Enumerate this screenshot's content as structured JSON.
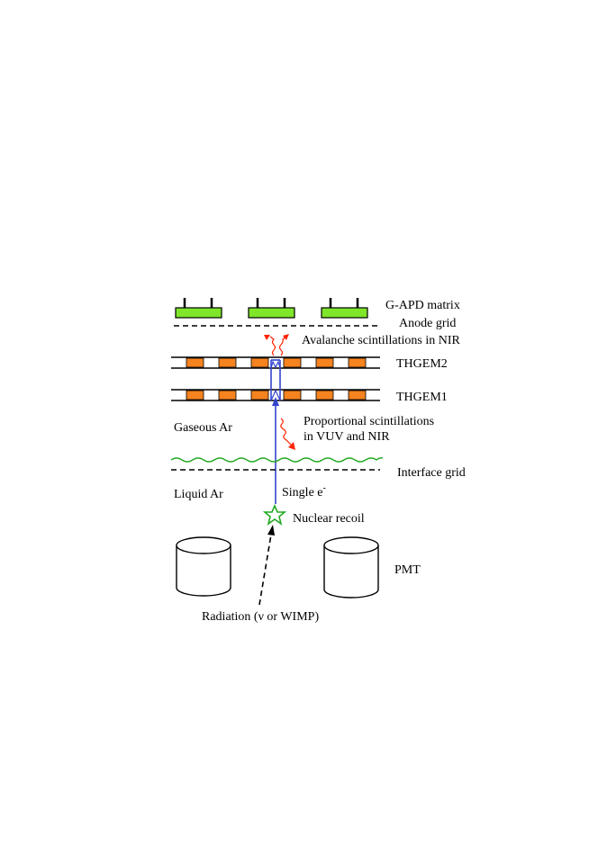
{
  "labels": {
    "gapd_matrix": "G-APD matrix",
    "anode_grid": "Anode grid",
    "avalanche_scint": "Avalanche scintillations in NIR",
    "thgem2": "THGEM2",
    "thgem1": "THGEM1",
    "gaseous_ar": "Gaseous Ar",
    "prop_scint_line1": "Proportional scintillations",
    "prop_scint_line2": "in VUV and NIR",
    "interface_grid": "Interface grid",
    "liquid_ar": "Liquid Ar",
    "single_e": "Single e",
    "single_e_sup": "-",
    "nuclear_recoil": "Nuclear recoil",
    "pmt": "PMT",
    "radiation": "Radiation (ν or WIMP)"
  },
  "colors": {
    "gapd_fill": "#7fe62a",
    "thgem_hole": "#f5831f",
    "electron_path": "#3344cc",
    "photon": "#ff2200",
    "interface_wave": "#22aa22",
    "recoil_star": "#22aa22",
    "line": "#000000"
  }
}
